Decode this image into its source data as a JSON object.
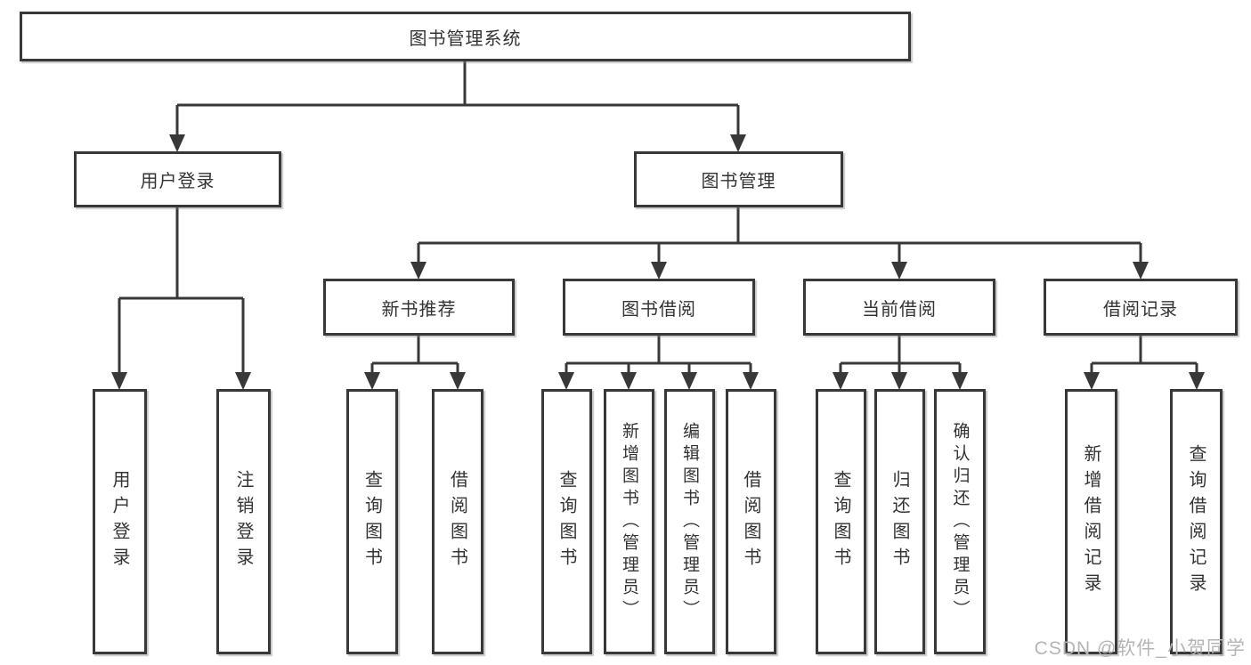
{
  "diagram": {
    "root": {
      "label": "图书管理系统"
    },
    "level2": {
      "user_login": {
        "label": "用户登录"
      },
      "book_mgmt": {
        "label": "图书管理"
      }
    },
    "level3": {
      "new_book_rec": {
        "label": "新书推荐"
      },
      "book_borrow": {
        "label": "图书借阅"
      },
      "current_borrow": {
        "label": "当前借阅"
      },
      "borrow_records": {
        "label": "借阅记录"
      }
    },
    "leaves": {
      "user_login": "用户登录",
      "logout": "注销登录",
      "nbr_query_books": "查询图书",
      "nbr_borrow_books": "借阅图书",
      "bb_query_books": "查询图书",
      "bb_add_books": "新增图书（管理员）",
      "bb_edit_books": "编辑图书（管理员）",
      "bb_borrow_books": "借阅图书",
      "cb_query_books": "查询图书",
      "cb_return_books": "归还图书",
      "cb_confirm_return": "确认归还（管理员）",
      "br_add_record": "新增借阅记录",
      "br_query_record": "查询借阅记录"
    }
  },
  "watermark": {
    "text": "CSDN @软件_小贺同学"
  },
  "colors": {
    "line": "#383838",
    "box_border": "#383838",
    "box_bg": "#ffffff",
    "text": "#333333",
    "watermark": "#b5b5b5"
  }
}
